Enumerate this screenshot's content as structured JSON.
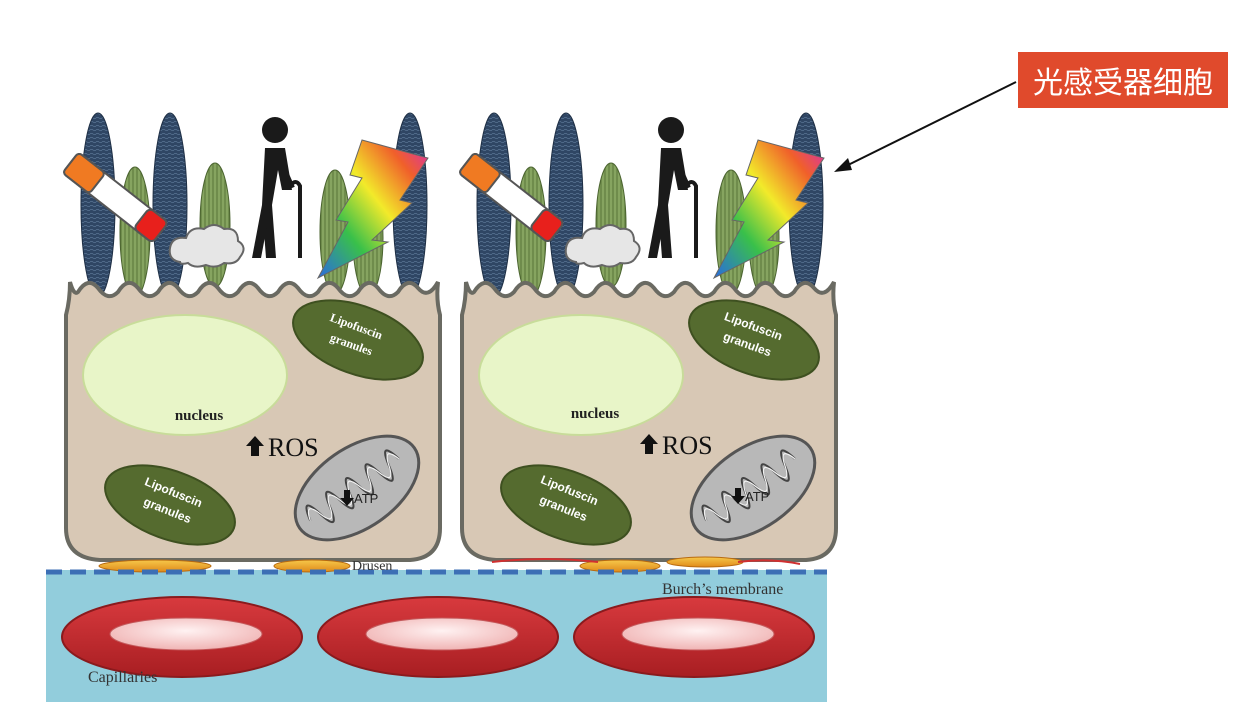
{
  "colors": {
    "rod": "#2f4664",
    "cone": "#7d9b58",
    "cell_body": "#d8c8b5",
    "cell_outline": "#6a6a62",
    "nucleus": "#e8f5c8",
    "lipofuscin": "#556b2f",
    "mitochondrion": "#b8b8b8",
    "drusen": "#f0b030",
    "capillary_bed": "#92cddc",
    "capillary_vessel": "#c8292e",
    "membrane_dash": "#3c6fb5",
    "callout_bg": "#e04a2c"
  },
  "callout": {
    "label": "光感受器细胞"
  },
  "labels": {
    "nucleus": "nucleus",
    "ros": "ROS",
    "lipofuscin_line1": "Lipofuscin",
    "lipofuscin_line2": "granules",
    "atp": "ATP",
    "drusen": "Drusen",
    "bruchs_membrane": "Burch’s membrane",
    "capillaries": "Capillaries"
  },
  "icons": [
    "cigarette-icon",
    "smoke-cloud-icon",
    "elderly-person-with-cane-icon",
    "rainbow-lightning-bolt-icon",
    "up-arrow-icon",
    "down-arrow-icon"
  ]
}
